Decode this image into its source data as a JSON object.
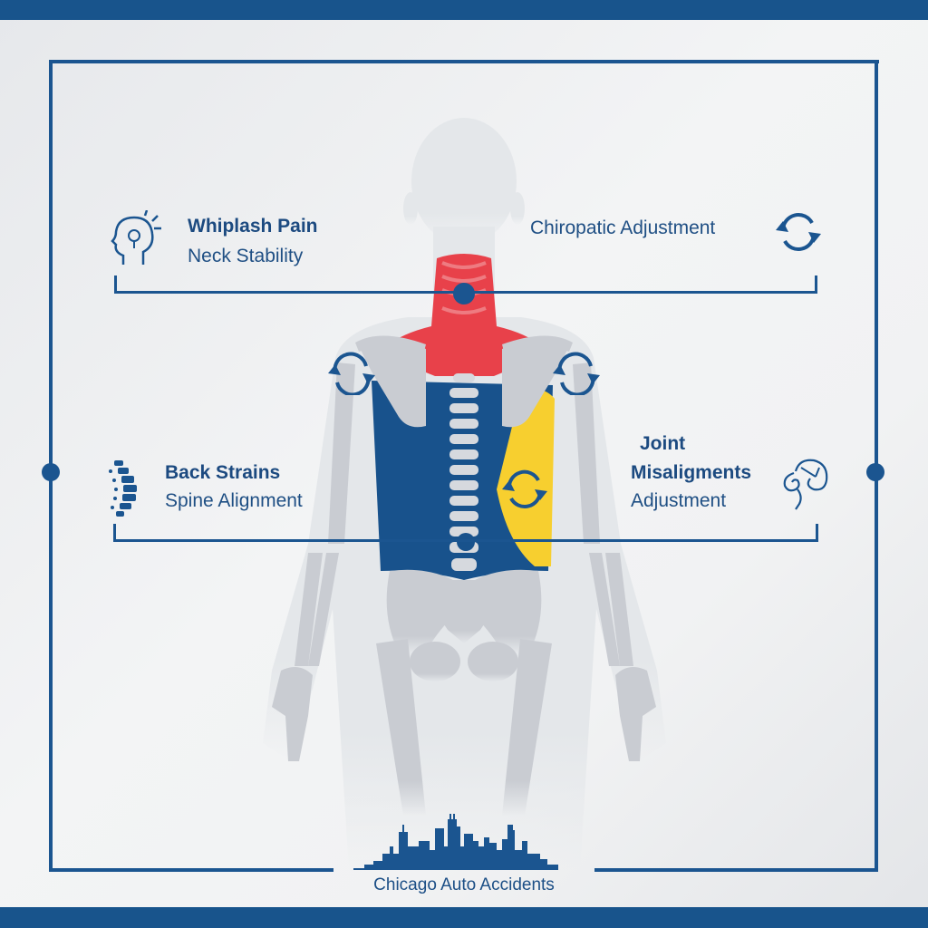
{
  "colors": {
    "brand_blue": "#1b5590",
    "neck_red": "#e8414a",
    "back_blue": "#18528c",
    "side_yellow": "#f7cf2f",
    "bone_gray": "#c9ccd2",
    "body_silhouette": "#e4e7ea"
  },
  "callouts": {
    "top_left": {
      "icon": "head-pain-icon",
      "title": "Whiplash Pain",
      "subtitle": "Neck Stability"
    },
    "top_right": {
      "icon": "rotate-arrows-icon",
      "subtitle": "Chiropatic Adjustment"
    },
    "mid_left": {
      "icon": "spine-icon",
      "title": "Back Strains",
      "subtitle": "Spine Alignment"
    },
    "mid_right": {
      "icon": "joint-icon",
      "title_line1": "Joint",
      "title_line2": "Misaligments",
      "subtitle": "Adjustment"
    }
  },
  "body_regions": [
    {
      "name": "neck",
      "color": "#e8414a",
      "label": "Whiplash Pain"
    },
    {
      "name": "upper-back",
      "color": "#18528c",
      "label": "Back Strains"
    },
    {
      "name": "side-torso",
      "color": "#f7cf2f",
      "label": "Joint Misaligments"
    }
  ],
  "footer": {
    "icon": "chicago-skyline-icon",
    "label": "Chicago Auto Accidents"
  }
}
